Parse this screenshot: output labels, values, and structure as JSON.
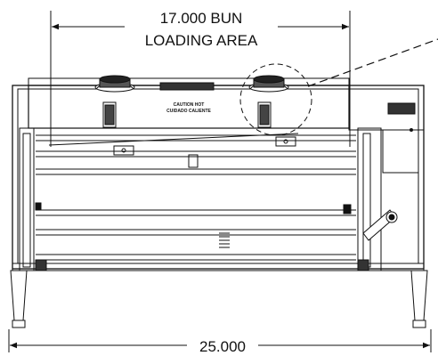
{
  "dimensions": {
    "bun_loading_area_line1": "17.000 BUN",
    "bun_loading_area_line2": "LOADING AREA",
    "overall_width": "25.000"
  },
  "labels": {
    "caution_line1": "CAUTION HOT",
    "caution_line2": "CUIDADO CALIENTE"
  }
}
